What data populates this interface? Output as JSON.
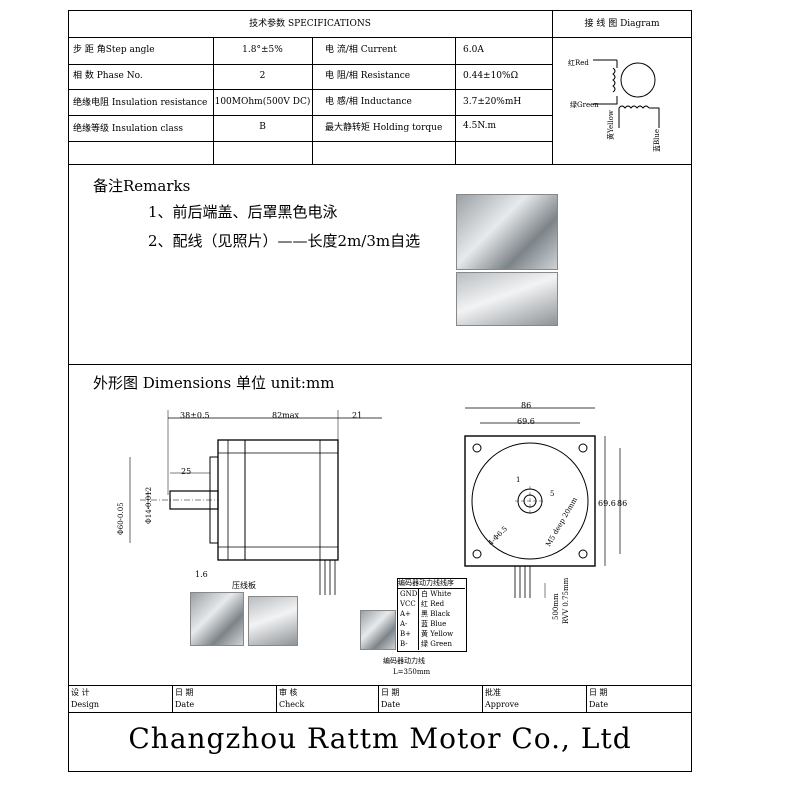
{
  "specs": {
    "header": "技术参数 SPECIFICATIONS",
    "diagram_header": "接 线 图 Diagram",
    "rows": [
      {
        "label1": "步 距 角Step angle",
        "value1": "1.8°±5%",
        "label2": "电 流/相 Current",
        "value2": "6.0A"
      },
      {
        "label1": "相  数 Phase No.",
        "value1": "2",
        "label2": "电 阻/相 Resistance",
        "value2": "0.44±10%Ω"
      },
      {
        "label1": "绝缘电阻 Insulation resistance",
        "value1": "100MOhm(500V DC)",
        "label2": "电 感/相 Inductance",
        "value2": "3.7±20%mH"
      },
      {
        "label1": "绝缘等级 Insulation class",
        "value1": "B",
        "label2": "最大静转矩 Holding torque",
        "value2": "4.5N.m"
      }
    ],
    "wiring": {
      "red": "红Red",
      "green": "绿Green",
      "yellow": "黄Yellow",
      "blue": "蓝Blue"
    }
  },
  "remarks": {
    "title": "备注Remarks",
    "line1": "1、前后端盖、后罩黑色电泳",
    "line2": "2、配线（见照片）——长度2m/3m自选"
  },
  "dimensions": {
    "title": "外形图 Dimensions   单位 unit:mm",
    "side": {
      "d1": "38±0.5",
      "d2": "82max",
      "d3": "21",
      "d4": "25",
      "dia1": "Φ60-0.05",
      "dia2": "Φ14-0.012",
      "d5": "1.6",
      "plate": "压线板"
    },
    "front": {
      "w1": "86",
      "w2": "69.6",
      "h1": "86",
      "h2": "69.6",
      "hole": "4-Φ6.5",
      "thread": "M5 deep 20mm",
      "flat": "5",
      "flat2": "1"
    },
    "leads": {
      "len": "500mm",
      "wire": "RVV 0.75mm"
    },
    "encoder_title": "编码器动力线线序",
    "encoder": [
      {
        "pin": "GND",
        "color": "白 White"
      },
      {
        "pin": "VCC",
        "color": "红 Red"
      },
      {
        "pin": "A+",
        "color": "黑 Black"
      },
      {
        "pin": "A-",
        "color": "蓝 Blue"
      },
      {
        "pin": "B+",
        "color": "黄 Yellow"
      },
      {
        "pin": "B-",
        "color": "绿 Green"
      }
    ],
    "encoder_line": "编码器动力线",
    "encoder_len": "L=350mm"
  },
  "signoff": [
    {
      "cn": "设 计",
      "en": "Design"
    },
    {
      "cn": "日 期",
      "en": "Date"
    },
    {
      "cn": "审 核",
      "en": "Check"
    },
    {
      "cn": "日 期",
      "en": "Date"
    },
    {
      "cn": "批准",
      "en": "Approve"
    },
    {
      "cn": "日 期",
      "en": "Date"
    }
  ],
  "company": "Changzhou  Rattm Motor Co.,  Ltd"
}
